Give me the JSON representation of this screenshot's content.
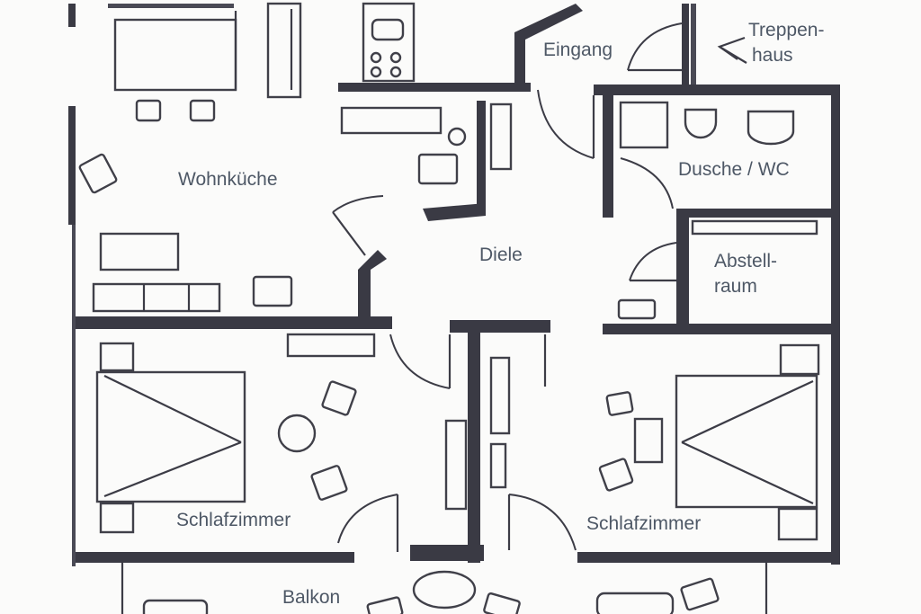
{
  "rooms": {
    "wohnkueche": "Wohnküche",
    "diele": "Diele",
    "eingang": "Eingang",
    "treppenhaus_line1": "Treppen-",
    "treppenhaus_line2": "haus",
    "dusche_wc": "Dusche / WC",
    "abstellraum_line1": "Abstell-",
    "abstellraum_line2": "raum",
    "schlafzimmer_left": "Schlafzimmer",
    "schlafzimmer_right": "Schlafzimmer",
    "balkon": "Balkon"
  },
  "colors": {
    "wall": "#3a3a44",
    "label": "#4e5866",
    "paper": "#fbfbfa"
  }
}
